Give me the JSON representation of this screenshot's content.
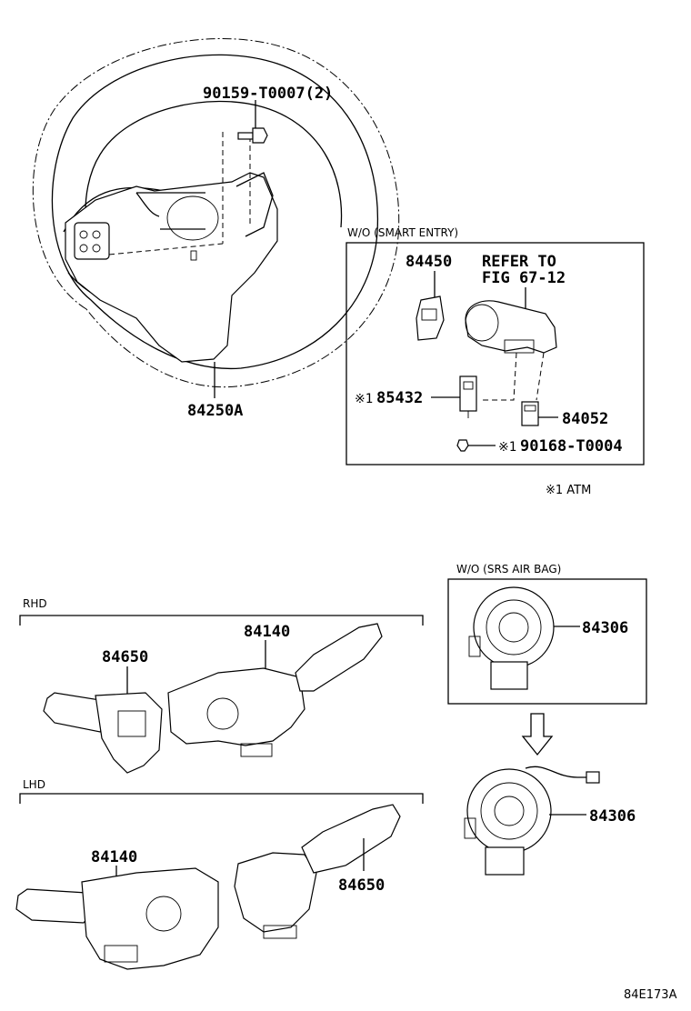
{
  "labels": {
    "bolt_steering": "90159-T0007(2)",
    "pad_steering": "84250A",
    "smart_entry_heading": "W/O (SMART ENTRY)",
    "switch_84450": "84450",
    "refer_line1": "REFER TO",
    "refer_line2": "FIG 67-12",
    "marker_85432": "※1",
    "part_85432": "85432",
    "part_84052": "84052",
    "marker_90168": "※1",
    "part_90168": "90168-T0004",
    "footnote_atm": "※1 ATM",
    "srs_heading": "W/O (SRS AIR BAG)",
    "spiral_top": "84306",
    "spiral_bottom": "84306",
    "rhd": "RHD",
    "rhd_84140": "84140",
    "rhd_84650": "84650",
    "lhd": "LHD",
    "lhd_84140": "84140",
    "lhd_84650": "84650",
    "figure_code": "84E173A"
  }
}
